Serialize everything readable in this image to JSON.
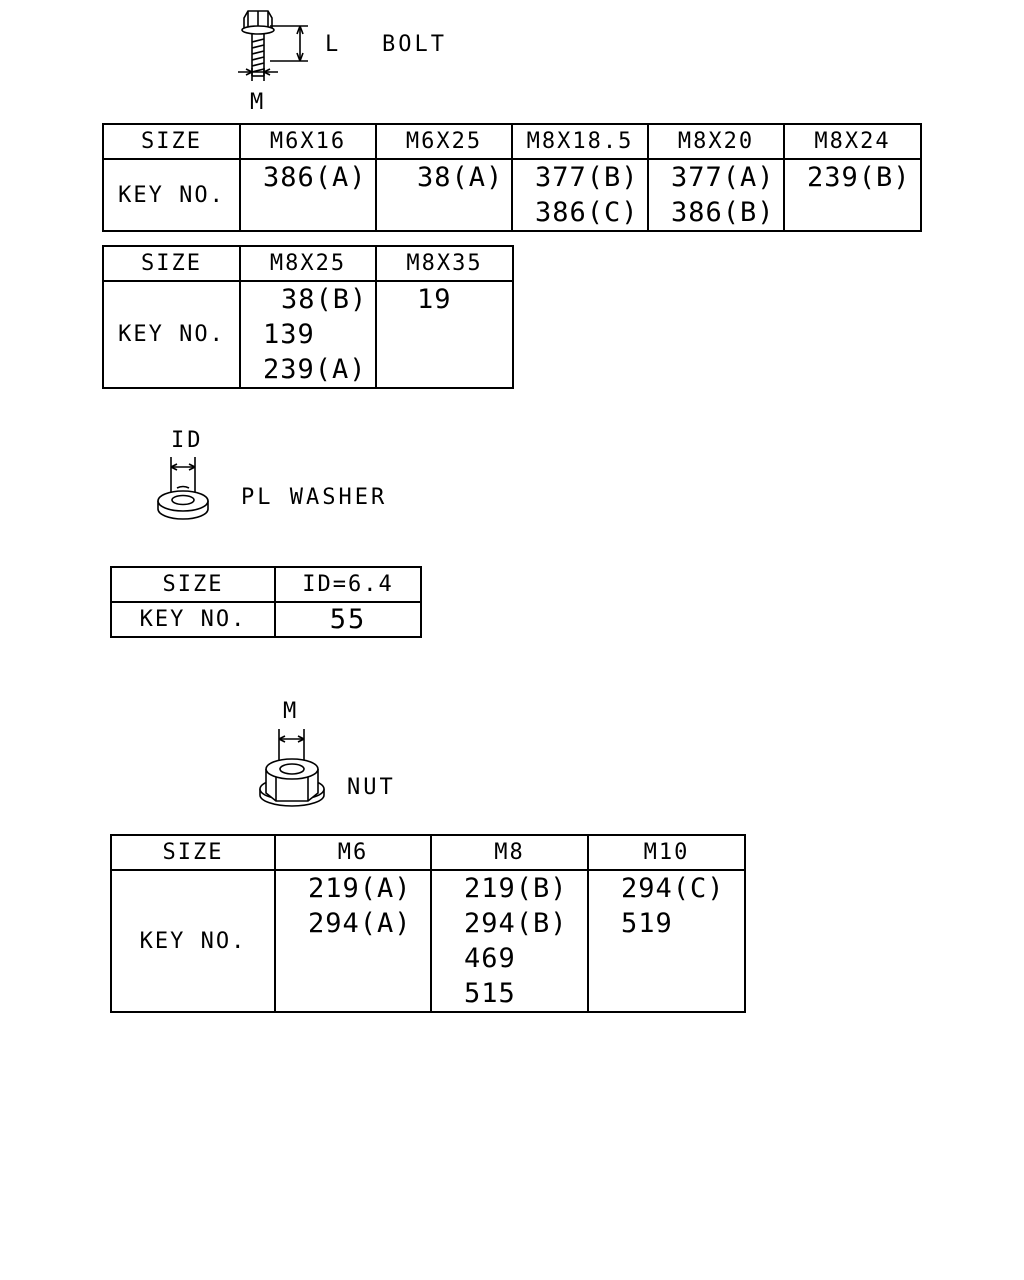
{
  "bolt": {
    "name": "BOLT",
    "dim_length": "L",
    "dim_thread": "M",
    "table1": {
      "row_header_size": "SIZE",
      "row_header_key": "KEY NO.",
      "sizes": [
        "M6X16",
        "M6X25",
        "M8X18.5",
        "M8X20",
        "M8X24"
      ],
      "keys": [
        [
          "386(A)"
        ],
        [
          "38(A)"
        ],
        [
          "377(B)",
          "386(C)"
        ],
        [
          "377(A)",
          "386(B)"
        ],
        [
          "239(B)"
        ]
      ]
    },
    "table2": {
      "row_header_size": "SIZE",
      "row_header_key": "KEY NO.",
      "sizes": [
        "M8X25",
        "M8X35"
      ],
      "keys": [
        [
          "38(B)",
          "139",
          "239(A)"
        ],
        [
          "19"
        ]
      ]
    }
  },
  "washer": {
    "name": "PL WASHER",
    "dim_inner": "ID",
    "table": {
      "row_header_size": "SIZE",
      "row_header_key": "KEY NO.",
      "sizes": [
        "ID=6.4"
      ],
      "keys": [
        [
          "55"
        ]
      ]
    }
  },
  "nut": {
    "name": "NUT",
    "dim_thread": "M",
    "table": {
      "row_header_size": "SIZE",
      "row_header_key": "KEY NO.",
      "sizes": [
        "M6",
        "M8",
        "M10"
      ],
      "keys": [
        [
          "219(A)",
          "294(A)"
        ],
        [
          "219(B)",
          "294(B)",
          "469",
          "515"
        ],
        [
          "294(C)",
          "519"
        ]
      ]
    }
  }
}
